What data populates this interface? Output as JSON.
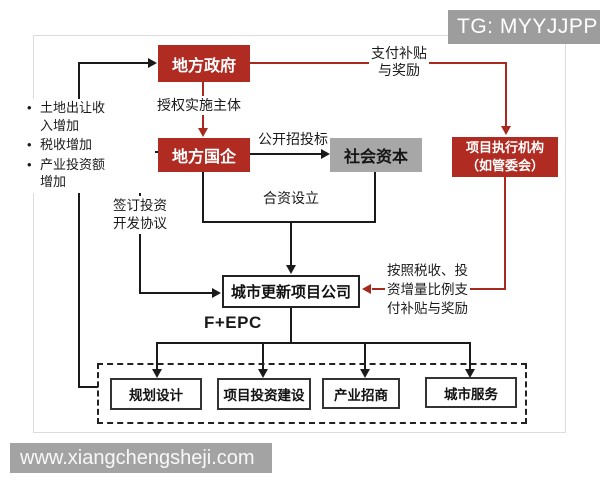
{
  "badges": {
    "tg": "TG: MYYJJPP",
    "website": "www.xiangchengsheji.com"
  },
  "nodes": {
    "government": "地方政府",
    "state_enterprise": "地方国企",
    "social_capital": "社会资本",
    "executing_agency": "项目执行机构\n（如管委会）",
    "project_company": "城市更新项目公司",
    "planning_design": "规划设计",
    "project_investment": "项目投资建设",
    "industry_attraction": "产业招商",
    "urban_service": "城市服务"
  },
  "edge_labels": {
    "authorize": "授权实施主体",
    "public_bidding": "公开招投标",
    "joint_venture": "合资设立",
    "sign_agreement": "签订投资\n开发协议",
    "pay_subsidy": "支付补贴\n与奖励",
    "subsidy_by_increment": "按照税收、投\n资增量比例支\n付补贴与奖励",
    "f_epc": "F+EPC"
  },
  "benefit_list": [
    "土地出让收入增加",
    "税收增加",
    "产业投资额增加"
  ],
  "bullet": "•",
  "colors": {
    "node_red": "#b02c22",
    "node_gray": "#a7a7a7",
    "line_black": "#1a1a1a",
    "line_red": "#a8291e",
    "badge_gray": "#9d9d9d"
  }
}
